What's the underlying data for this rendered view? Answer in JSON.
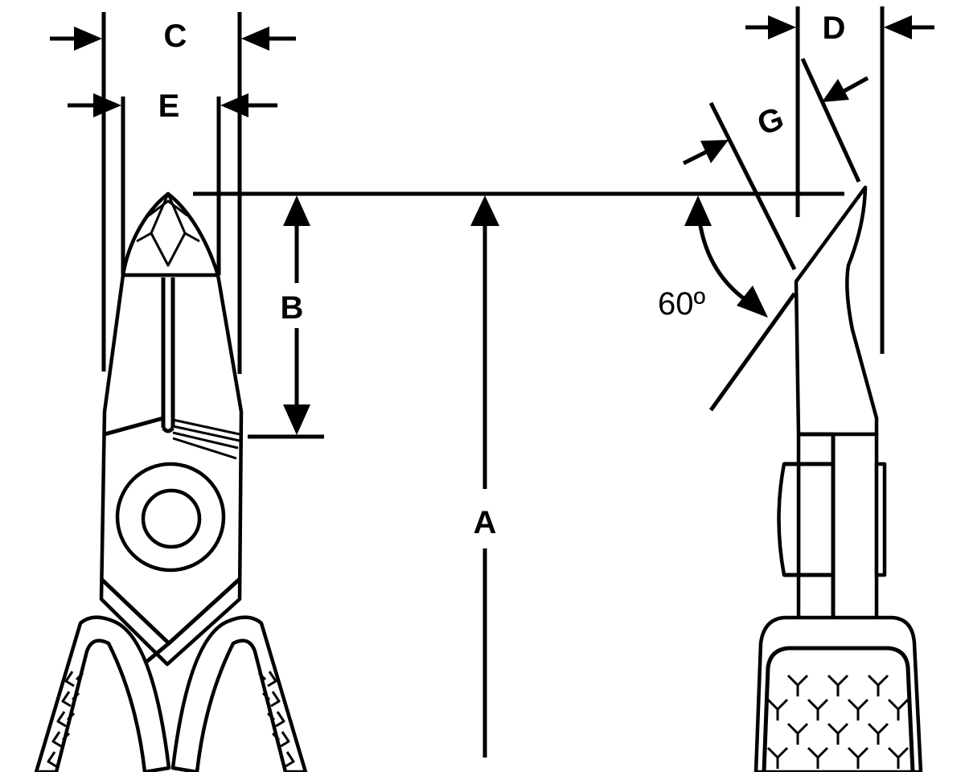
{
  "diagram": {
    "labels": {
      "A": "A",
      "B": "B",
      "C": "C",
      "D": "D",
      "E": "E",
      "G": "G",
      "angle": "60º"
    },
    "colors": {
      "stroke": "#000000",
      "background": "#ffffff"
    }
  }
}
